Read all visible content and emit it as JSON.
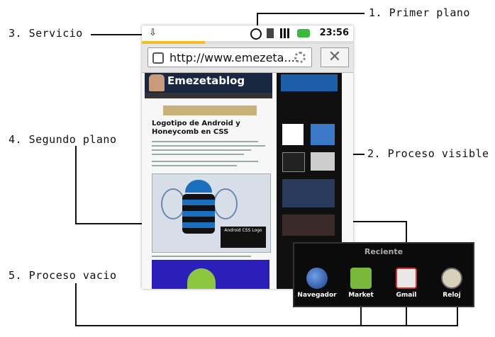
{
  "callouts": {
    "primer_plano": "1. Primer plano",
    "proceso_visible": "2. Proceso visible",
    "servicio": "3. Servicio",
    "segundo_plano": "4. Segundo plano",
    "proceso_vacio": "5. Proceso vacio"
  },
  "statusbar": {
    "time": "23:56",
    "icons": [
      "download-icon",
      "sync-icon",
      "sd-card-icon",
      "signal-icon",
      "battery-icon"
    ],
    "battery_color": "#3cb83c"
  },
  "browser": {
    "url": "http://www.emezeta....",
    "close_label": "✕",
    "load_progress_percent": 30,
    "progress_color": "#f0c020"
  },
  "webpage": {
    "site_name": "Emezetablog",
    "article_title": "Logotipo de Android y Honeycomb en CSS",
    "image_caption": "Android CSS Logo"
  },
  "recent": {
    "title": "Reciente",
    "apps": [
      {
        "label": "Navegador",
        "icon": "globe-icon",
        "color": "#2a5fb8"
      },
      {
        "label": "Market",
        "icon": "market-bag-icon",
        "color": "#7ab83c"
      },
      {
        "label": "Gmail",
        "icon": "gmail-icon",
        "color": "#e8e8e8"
      },
      {
        "label": "Reloj",
        "icon": "clock-icon",
        "color": "#d8d0b8"
      }
    ]
  }
}
